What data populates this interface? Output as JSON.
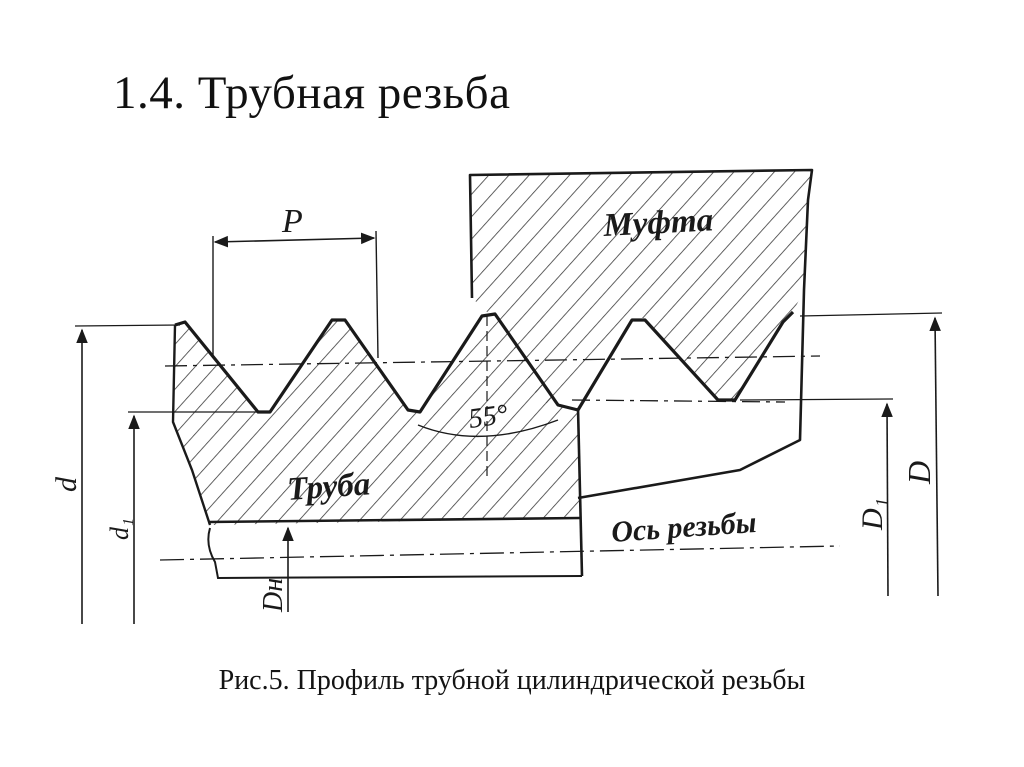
{
  "slide": {
    "title": "1.4. Трубная резьба",
    "caption": "Рис.5. Профиль трубной цилиндрической резьбы"
  },
  "diagram": {
    "labels": {
      "pitch": "P",
      "coupling": "Муфта",
      "pipe": "Труба",
      "angle": "55°",
      "axis": "Ось резьбы",
      "d": "d",
      "d1": "d₁",
      "dn": "Dн",
      "D1": "D₁",
      "D": "D"
    }
  },
  "colors": {
    "ink": "#1a1a1a",
    "hatch": "#3a3a3a",
    "background": "#ffffff"
  }
}
